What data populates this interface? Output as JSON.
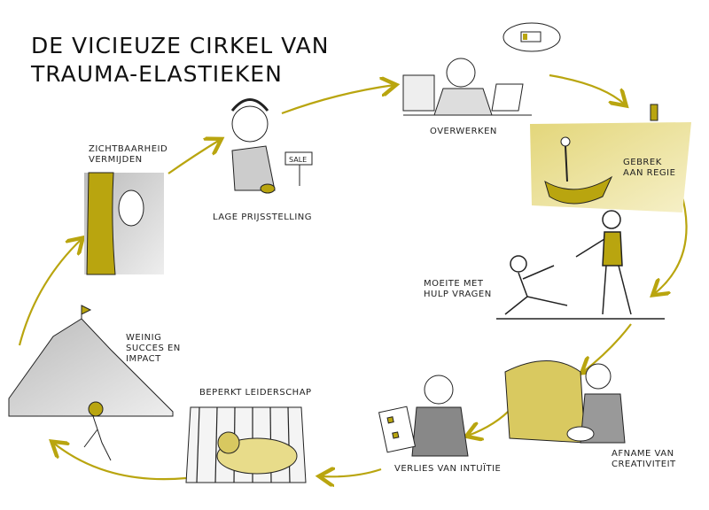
{
  "title": {
    "line1": "De vicieuze cirkel van",
    "line2": "Trauma-Elastieken"
  },
  "steps": [
    {
      "label": "Zichtbaarheid vermijden"
    },
    {
      "label": "Lage prijsstelling",
      "sign": "SALE"
    },
    {
      "label": "Overwerken"
    },
    {
      "label": "Gebrek aan regie"
    },
    {
      "label": "Moeite met hulp vragen"
    },
    {
      "label": "Afname van creativiteit"
    },
    {
      "label": "Verlies van intuïtie"
    },
    {
      "label": "Beperkt leiderschap"
    },
    {
      "label": "Weinig succes en impact"
    }
  ],
  "colors": {
    "accent": "#b9a50f",
    "accent_light": "#e8dc8a",
    "ink": "#222222",
    "gray": "#8a8a8a"
  }
}
